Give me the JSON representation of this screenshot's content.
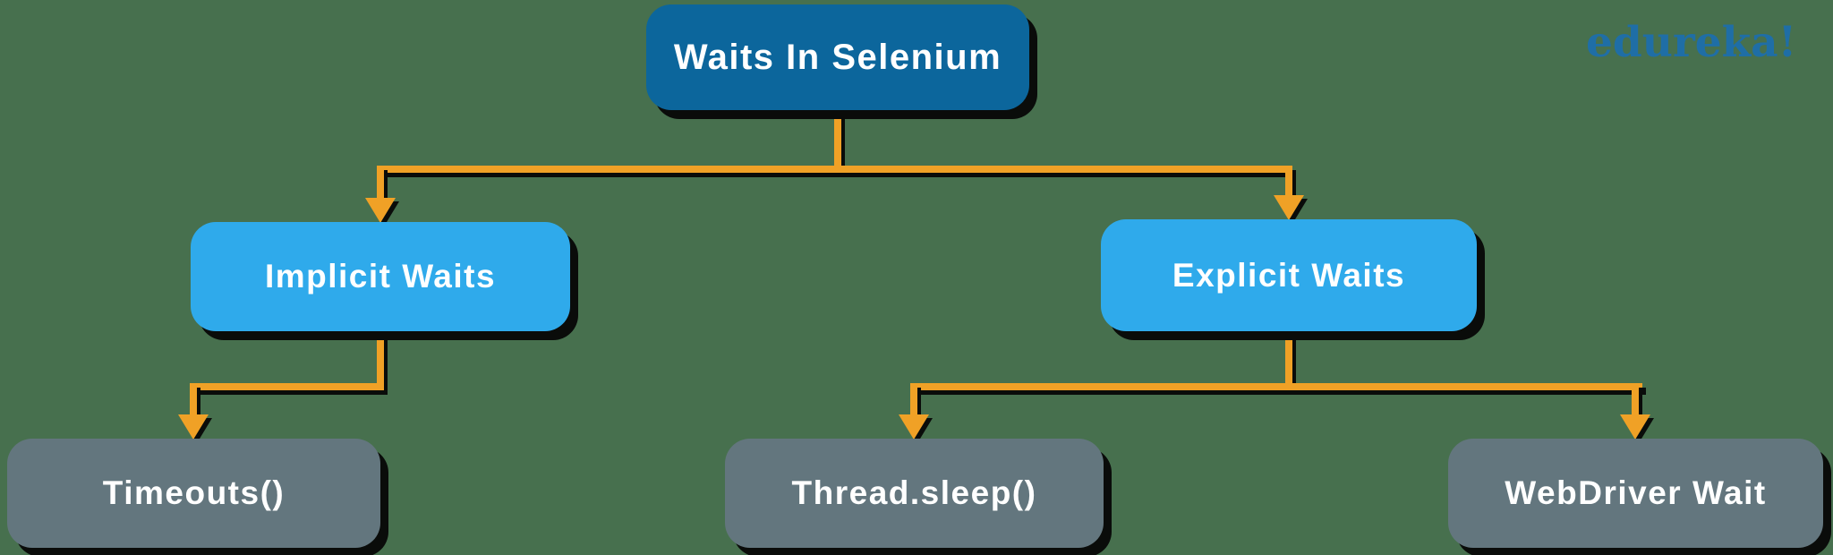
{
  "diagram": {
    "root": {
      "label": "Waits In Selenium"
    },
    "level2": [
      {
        "label": "Implicit Waits"
      },
      {
        "label": "Explicit Waits"
      }
    ],
    "level3": [
      {
        "label": "Timeouts()"
      },
      {
        "label": "Thread.sleep()"
      },
      {
        "label": "WebDriver Wait"
      }
    ],
    "edges": [
      {
        "from": "Waits In Selenium",
        "to": "Implicit Waits"
      },
      {
        "from": "Waits In Selenium",
        "to": "Explicit Waits"
      },
      {
        "from": "Implicit Waits",
        "to": "Timeouts()"
      },
      {
        "from": "Explicit Waits",
        "to": "Thread.sleep()"
      },
      {
        "from": "Explicit Waits",
        "to": "WebDriver Wait"
      }
    ]
  },
  "logo": {
    "text": "edureka!"
  },
  "colors": {
    "bg": "#47704e",
    "darkblue": "#0c669c",
    "lightblue": "#2faaeb",
    "gray": "#63767e",
    "orange": "#f0a126",
    "logoblue": "#1f6ea6",
    "shadow": "#0a0c0a",
    "text": "#ffffff"
  }
}
